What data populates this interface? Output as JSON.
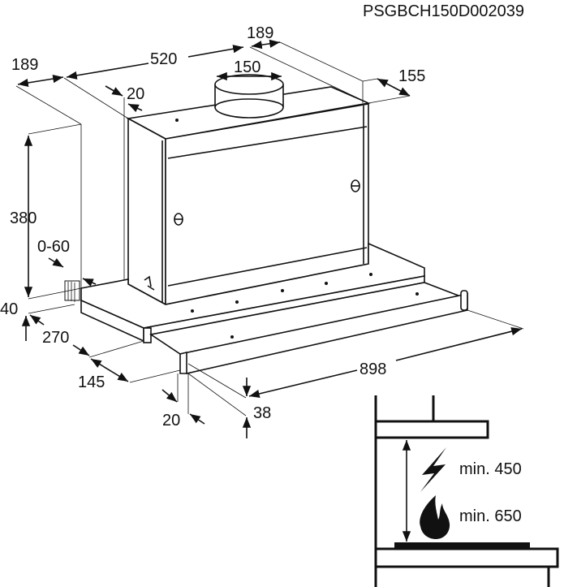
{
  "drawing_code": "PSGBCH150D002039",
  "dimensions": {
    "depth_left": "189",
    "width": "520",
    "depth_top": "189",
    "duct_diameter": "150",
    "duct_offset": "155",
    "wall_gap": "20",
    "height": "380",
    "adjust_range": "0-60",
    "base_height": "40",
    "depth_270": "270",
    "extension_145": "145",
    "total_width": "898",
    "front_height": "38",
    "front_thickness": "20"
  },
  "clearance": {
    "electric_label": "min. 450",
    "gas_label": "min. 650",
    "electric_icon": "lightning-icon",
    "gas_icon": "flame-icon"
  }
}
